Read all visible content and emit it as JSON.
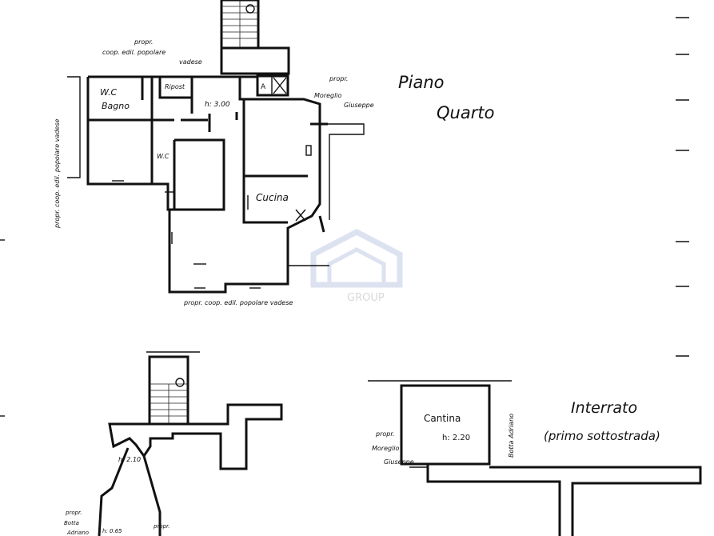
{
  "titles": {
    "piano_line1": "Piano",
    "piano_line2": "Quarto",
    "interrato": "Interrato",
    "interrato_sub": "(primo sottostrada)"
  },
  "rooms": {
    "wc_top": "W.C",
    "bagno": "Bagno",
    "ripost": "Ripost",
    "height_main": "h: 3.00",
    "wc_small": "W.C",
    "cucina": "Cucina",
    "cantina": "Cantina",
    "height_cantina": "h: 2.20",
    "height_lower": "h: 2.10",
    "height_lower2": "h: 0.65",
    "lift_a": "A"
  },
  "annotations": {
    "top_owner_1": "propr.",
    "top_owner_2": "coop. edil. popolare",
    "top_owner_3": "vadese",
    "left_owner": "propr. coop. edil. popolare vadese",
    "right_owner_1": "propr.",
    "right_owner_2": "Moreglio",
    "right_owner_3": "Giuseppe",
    "bottom_owner": "propr. coop. edil. popolare vadese",
    "cantina_left_1": "propr.",
    "cantina_left_2": "Moreglio",
    "cantina_left_3": "Giuseppe",
    "cantina_right": "Botta Adriano",
    "lower_left_1": "propr.",
    "lower_left_2": "Botta",
    "lower_left_3": "Adriano",
    "lower_right": "propr."
  },
  "watermark": {
    "text": "GROUP",
    "color": "#2a4fa8"
  }
}
